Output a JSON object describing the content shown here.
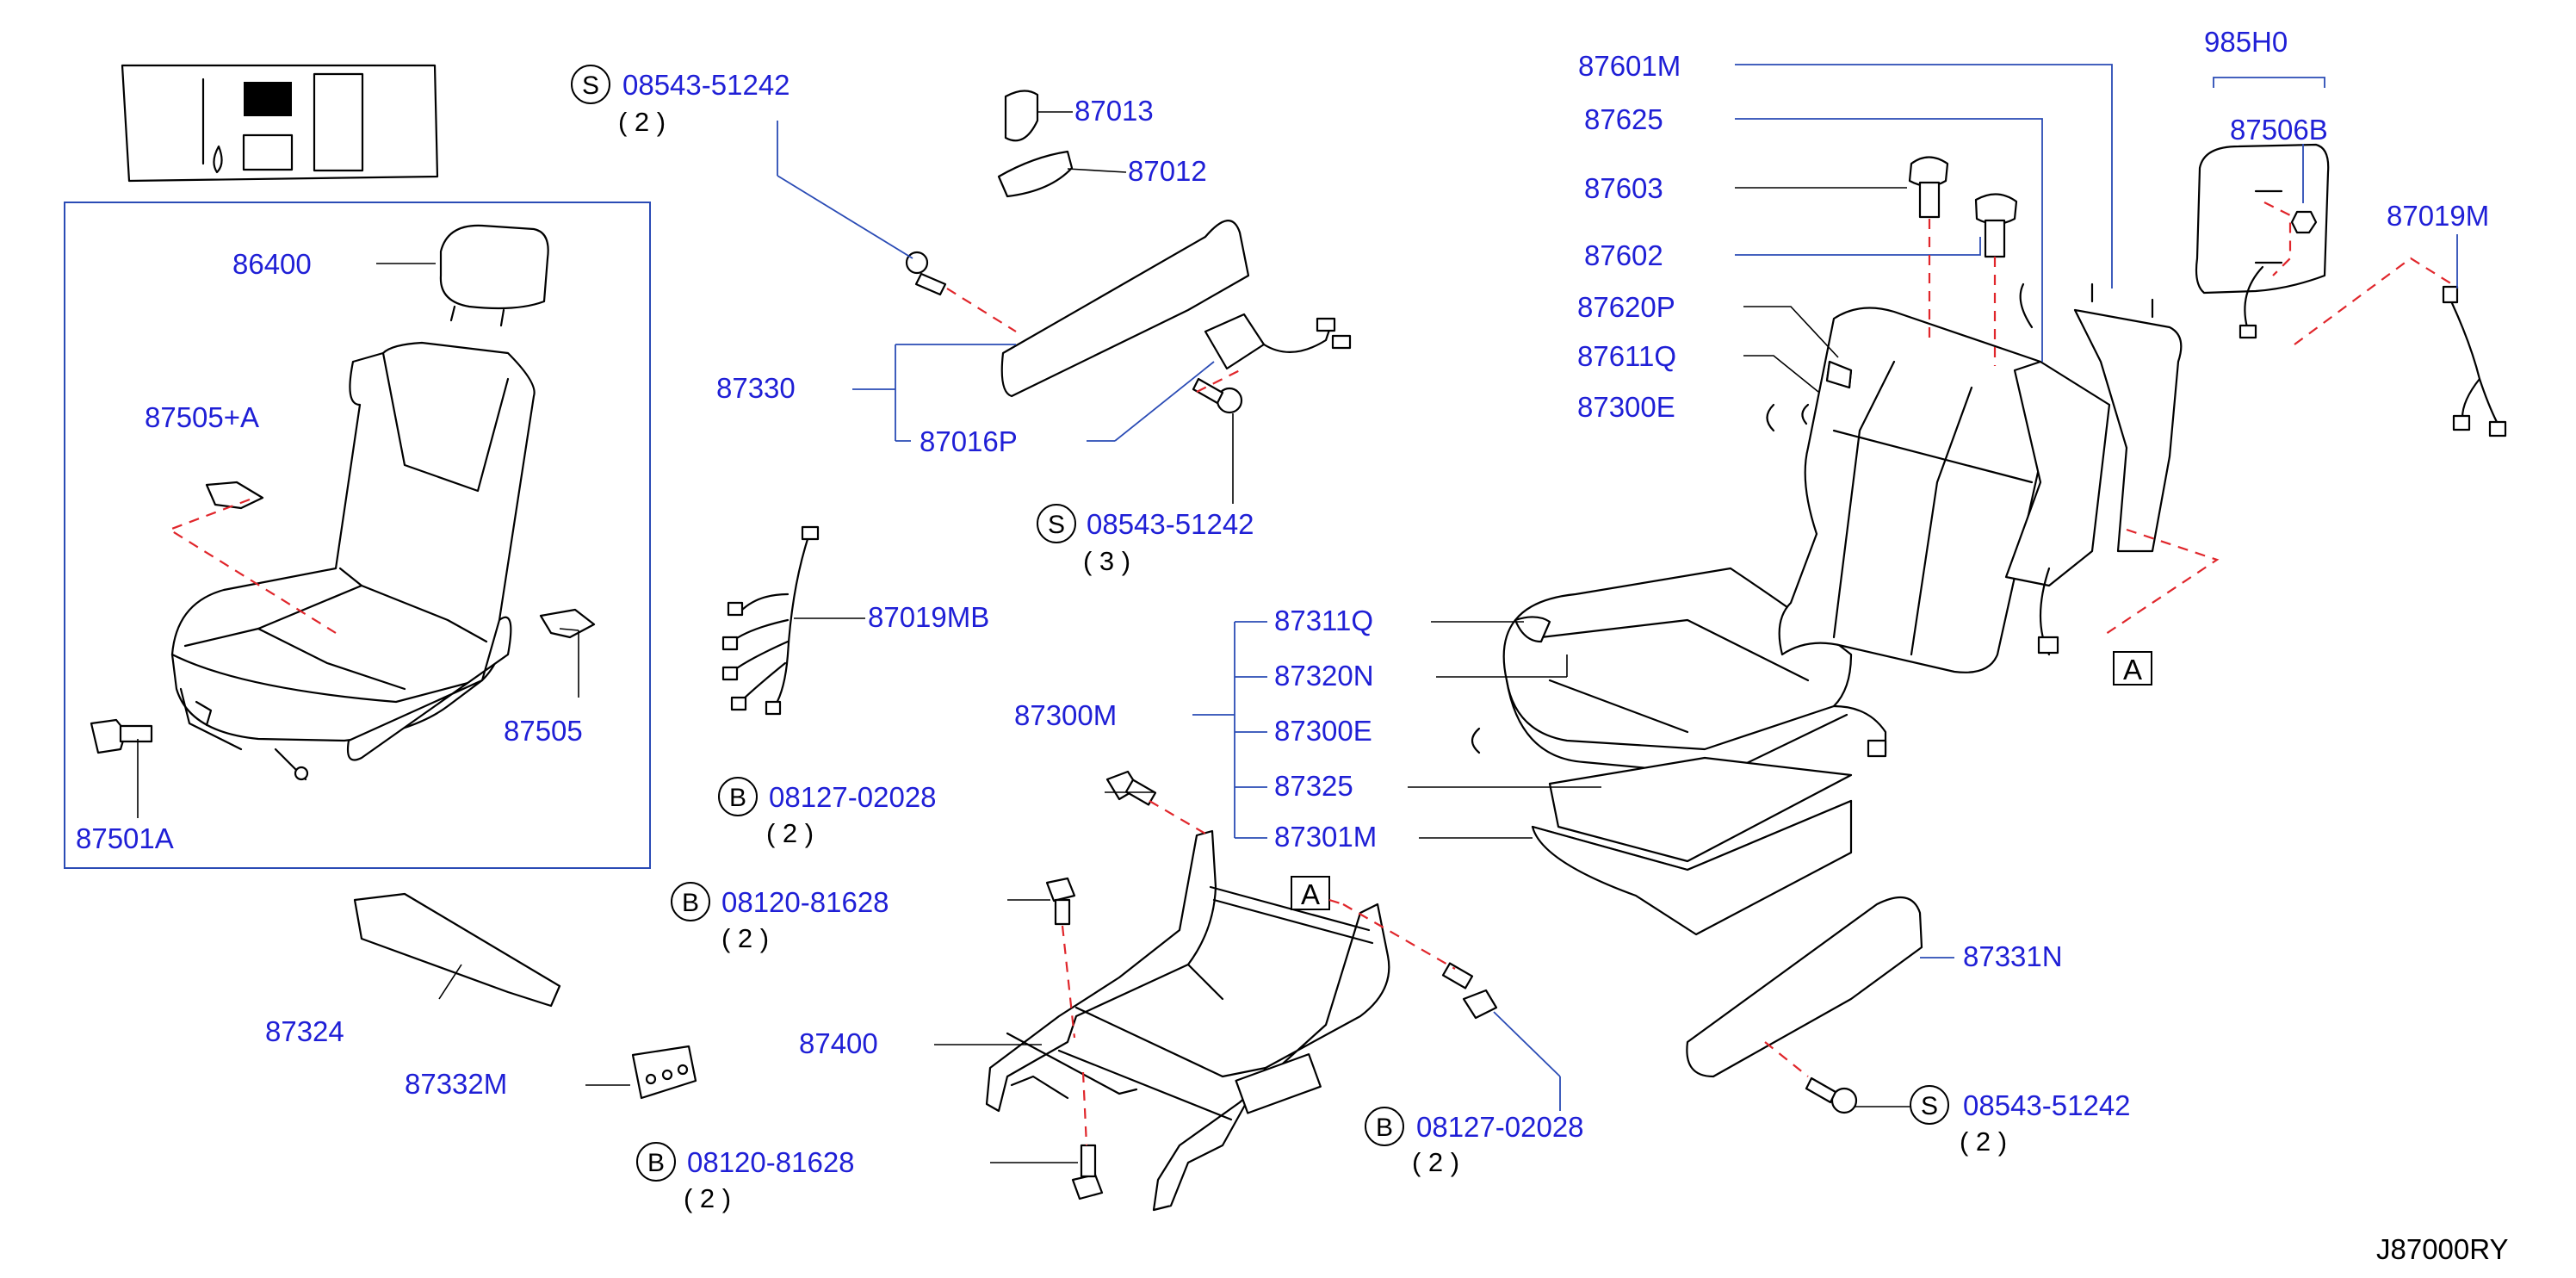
{
  "diagram_id": "J87000RY",
  "parts": [
    {
      "num": "86400"
    },
    {
      "num": "87505+A"
    },
    {
      "num": "87505"
    },
    {
      "num": "87501A"
    },
    {
      "num": "87324"
    },
    {
      "num": "87332M"
    },
    {
      "num": "87330"
    },
    {
      "num": "87016P"
    },
    {
      "num": "87013"
    },
    {
      "num": "87012"
    },
    {
      "num": "87019MB"
    },
    {
      "num": "87300M"
    },
    {
      "num": "87311Q"
    },
    {
      "num": "87320N"
    },
    {
      "num": "87300E"
    },
    {
      "num": "87325"
    },
    {
      "num": "87301M"
    },
    {
      "num": "87400"
    },
    {
      "num": "87331N"
    },
    {
      "num": "87601M"
    },
    {
      "num": "87625"
    },
    {
      "num": "87603"
    },
    {
      "num": "87602"
    },
    {
      "num": "87620P"
    },
    {
      "num": "87611Q"
    },
    {
      "num": "87300E"
    },
    {
      "num": "985H0"
    },
    {
      "num": "87506B"
    },
    {
      "num": "87019M"
    }
  ],
  "fasteners": [
    {
      "tag": "S",
      "num": "08543-51242",
      "qty": "( 2 )"
    },
    {
      "tag": "S",
      "num": "08543-51242",
      "qty": "( 3 )"
    },
    {
      "tag": "B",
      "num": "08127-02028",
      "qty": "( 2 )"
    },
    {
      "tag": "B",
      "num": "08120-81628",
      "qty": "( 2 )"
    },
    {
      "tag": "B",
      "num": "08120-81628",
      "qty": "( 2 )"
    },
    {
      "tag": "B",
      "num": "08127-02028",
      "qty": "( 2 )"
    },
    {
      "tag": "S",
      "num": "08543-51242",
      "qty": "( 2 )"
    }
  ],
  "reference_marks": [
    "A",
    "A"
  ]
}
